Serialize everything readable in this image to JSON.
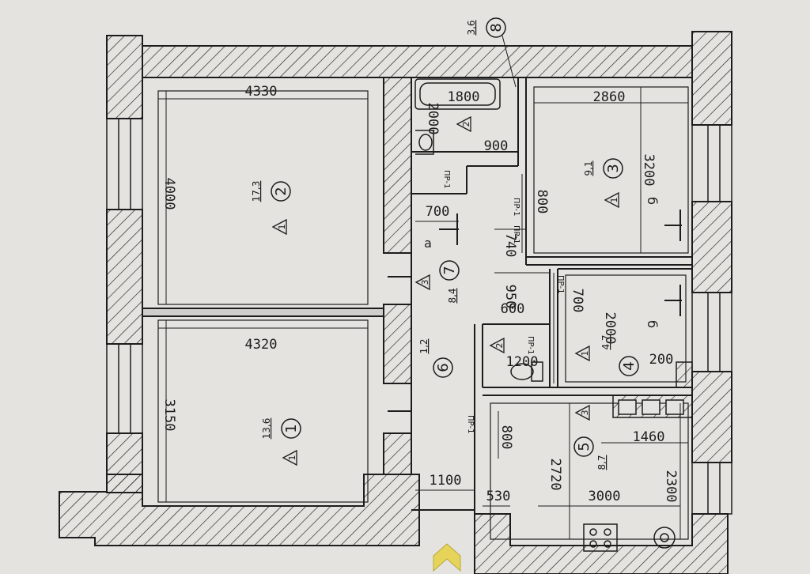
{
  "rooms": [
    {
      "id": "1",
      "area": "13,6",
      "category": "1"
    },
    {
      "id": "2",
      "area": "17,3",
      "category": "1"
    },
    {
      "id": "3",
      "area": "9,1",
      "category": "1"
    },
    {
      "id": "4",
      "area": "4,7",
      "category": "1"
    },
    {
      "id": "5",
      "area": "8,7",
      "category": "3"
    },
    {
      "id": "6",
      "area": "1,2",
      "category": "2"
    },
    {
      "id": "7",
      "area": "8,4",
      "category": "3"
    },
    {
      "id": "8",
      "area": "3,6",
      "category": "2"
    }
  ],
  "dimensions": {
    "d4330": "4330",
    "d4000": "4000",
    "d4320": "4320",
    "d3150": "3150",
    "d1800": "1800",
    "d2000a": "2000",
    "d900": "900",
    "d2860": "2860",
    "d3200": "3200",
    "d800a": "800",
    "d700a": "700",
    "d740": "740",
    "d950": "950",
    "d600": "600",
    "d700b": "700",
    "d2000b": "2000",
    "d1200": "1200",
    "d200": "200",
    "d1460": "1460",
    "d800b": "800",
    "d2720": "2720",
    "d3000": "3000",
    "d2300": "2300",
    "d1100": "1100",
    "d530": "530"
  },
  "marks": {
    "pr": "ПР-1",
    "a": "а",
    "b1": "б",
    "b2": "б"
  },
  "colors": {
    "paper": "#e4e3df",
    "ink": "#1c1c1c",
    "entry_arrow": "#e6d45a"
  }
}
